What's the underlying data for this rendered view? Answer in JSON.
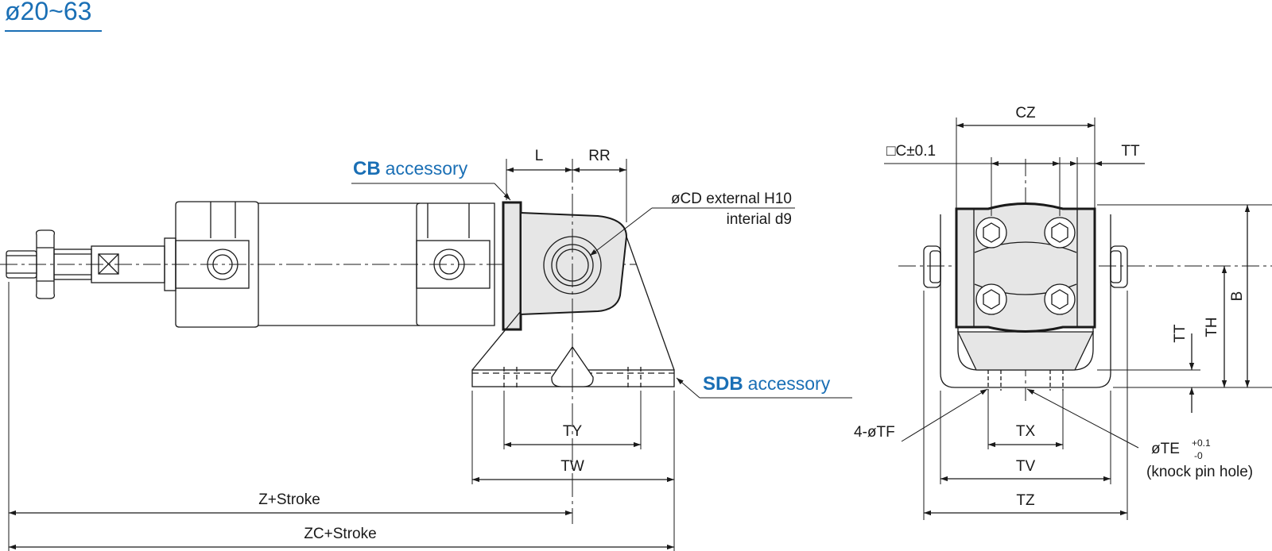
{
  "heading": "ø20~63",
  "accessories": {
    "cb": {
      "code": "CB",
      "word": "accessory"
    },
    "sdb": {
      "code": "SDB",
      "word": "accessory"
    }
  },
  "side_view": {
    "dims": {
      "l": "L",
      "rr": "RR",
      "ty": "TY",
      "tw": "TW",
      "z": "Z+Stroke",
      "zc": "ZC+Stroke"
    },
    "cd_note": {
      "line1": "øCD external H10",
      "line2": "interial d9"
    }
  },
  "end_view": {
    "dims": {
      "cz": "CZ",
      "c": "□C±0.1",
      "tt_top": "TT",
      "b": "B",
      "th": "TH",
      "tt_side": "TT",
      "tx": "TX",
      "tv": "TV",
      "tz": "TZ",
      "tf": "4-øTF"
    },
    "te_note": {
      "main": "øTE",
      "tol_plus": "+0.1",
      "tol_minus": "-0",
      "sub": "(knock pin hole)"
    }
  },
  "colors": {
    "accent": "#1a6fb5",
    "line": "#1a1a1a",
    "fill_gray": "#e6e6e6"
  }
}
